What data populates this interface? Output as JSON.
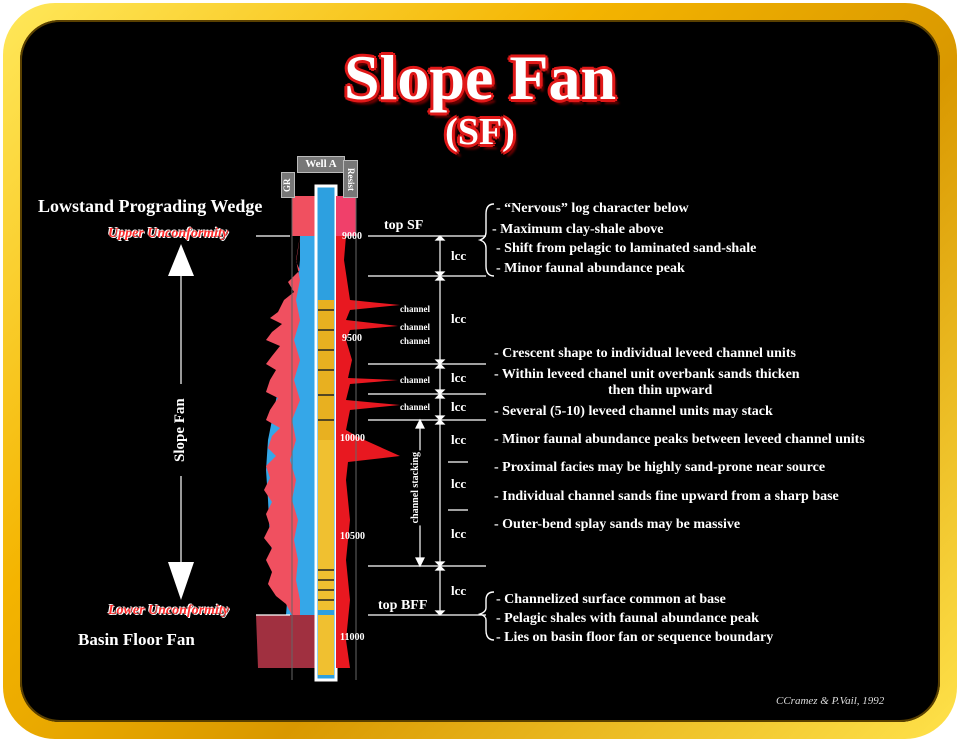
{
  "title": "Slope Fan",
  "subtitle": "(SF)",
  "well": {
    "name": "Well A",
    "gr_label": "GR",
    "resist_label": "Resist"
  },
  "units": {
    "upper": "Lowstand Prograding Wedge",
    "lower": "Basin Floor Fan"
  },
  "unconformities": {
    "upper": "Upper Unconformity",
    "lower": "Lower Unconformity"
  },
  "slope_fan_label": "Slope Fan",
  "depths": [
    "9000",
    "9500",
    "10000",
    "10500",
    "11000"
  ],
  "tops": {
    "sf": "top SF",
    "bff": "top BFF"
  },
  "channel_label": "channel",
  "channel_stacking": "channel stacking",
  "lcc_label": "lcc",
  "bullets_top": [
    "- “Nervous” log character below",
    "- Maximum clay-shale above",
    "- Shift from pelagic to laminated sand-shale",
    "- Minor faunal abundance peak"
  ],
  "bullets_mid": [
    "- Crescent shape to individual leveed channel units",
    "- Within leveed chanel unit overbank sands thicken",
    "then thin upward",
    "- Several (5-10) leveed channel units may stack",
    "- Minor faunal abundance peaks between leveed channel units",
    "- Proximal facies may be highly sand-prone near source",
    "- Individual channel sands fine upward from a sharp base",
    "- Outer-bend splay sands may be massive"
  ],
  "bullets_bottom": [
    "- Channelized surface common at base",
    "- Pelagic shales with faunal abundance peak",
    "- Lies on basin floor fan or sequence boundary"
  ],
  "credit": "CCramez & P.Vail, 1992"
}
